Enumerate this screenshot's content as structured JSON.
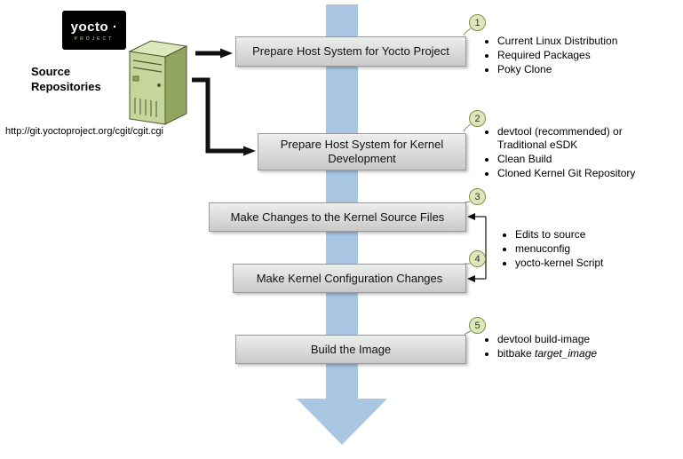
{
  "logo": {
    "title": "yocto ·",
    "subtitle": "PROJECT"
  },
  "source": {
    "label": "Source Repositories",
    "url": "http://git.yoctoproject.org/cgit/cgit.cgi"
  },
  "steps": [
    {
      "num": "1",
      "label": "Prepare Host System for Yocto Project",
      "bullets": [
        "Current Linux Distribution",
        "Required Packages",
        "Poky Clone"
      ]
    },
    {
      "num": "2",
      "label": "Prepare Host System for Kernel Development",
      "bullets": [
        "devtool (recommended) or Traditional eSDK",
        "Clean Build",
        "Cloned Kernel Git Repository"
      ]
    },
    {
      "num": "3",
      "label": "Make Changes to the Kernel Source Files"
    },
    {
      "num": "4",
      "label": "Make Kernel Configuration Changes"
    },
    {
      "num": "5",
      "label": "Build the Image",
      "bullets": [
        "devtool build-image"
      ],
      "italic_bullet": {
        "prefix": "bitbake ",
        "italic": "target_image"
      }
    }
  ],
  "shared_bullets": {
    "items": [
      "Edits to source",
      "menuconfig",
      "yocto-kernel Script"
    ]
  },
  "colors": {
    "flow_arrow": "#a9c6e3",
    "box_top": "#eeeeee",
    "box_bottom": "#c9c9c9",
    "circle_fill": "#dde7ba",
    "circle_border": "#7c8f4f",
    "connector": "#111111"
  }
}
